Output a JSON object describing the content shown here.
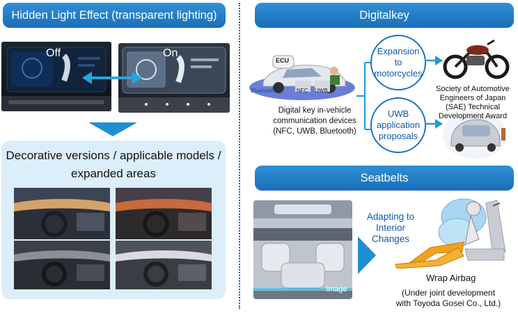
{
  "left": {
    "banner": "Hidden Light Effect (transparent lighting)",
    "off_label": "Off",
    "on_label": "On",
    "expanded_heading_line1": "Decorative versions / applicable models /",
    "expanded_heading_line2": "expanded areas"
  },
  "digitalkey": {
    "banner": "Digitalkey",
    "device_caption_line1": "Digital key in-vehicle",
    "device_caption_line2": "communication devices",
    "device_caption_line3": "(NFC, UWB, Bluetooth)",
    "ecu_label": "ECU",
    "nfc_label": "NFC",
    "uwb_label": "UWB",
    "bluetooth_label": "Bluetooth",
    "circle1_line1": "Expansion",
    "circle1_line2": "to",
    "circle1_line3": "motorcycles",
    "circle2_line1": "UWB",
    "circle2_line2": "application",
    "circle2_line3": "proposals",
    "award_line1": "Society of Automotive",
    "award_line2": "Engineers of Japan",
    "award_line3": "(SAE) Technical",
    "award_line4": "Development Award"
  },
  "seatbelts": {
    "banner": "Seatbelts",
    "image_label": "Image",
    "adapting_line1": "Adapting to",
    "adapting_line2": "Interior",
    "adapting_line3": "Changes",
    "airbag_label": "Wrap Airbag",
    "joint_line1": "(Under joint development",
    "joint_line2": "with Toyoda Gosei Co., Ltd.)"
  },
  "colors": {
    "banner_blue": "#1a6eb8",
    "panel_bg": "#dceef9",
    "accent_arrow": "#1f9ad6"
  }
}
